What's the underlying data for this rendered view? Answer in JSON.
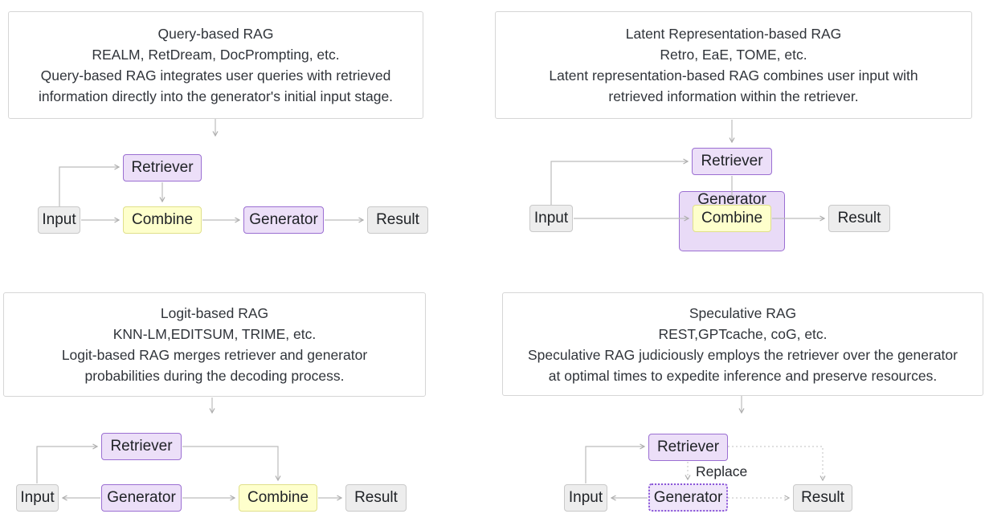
{
  "colors": {
    "background": "#ffffff",
    "node_gray_fill": "#ededed",
    "node_gray_border": "#c9c9c9",
    "node_purple_fill": "#ecdff8",
    "node_purple_border": "#9b6fd2",
    "node_yellow_fill": "#feffcc",
    "node_yellow_border": "#e0e08a",
    "dashed_node_border": "#8a56d8",
    "arrow_gray": "#bcbcbc",
    "text": "#30343a"
  },
  "panels": [
    {
      "id": "query-based-rag",
      "title": "Query-based RAG",
      "models": "REALM, RetDream, DocPrompting, etc.",
      "description": [
        "Query-based RAG integrates user queries with retrieved",
        "information directly into the generator's initial input stage."
      ],
      "nodes": {
        "input": "Input",
        "retriever": "Retriever",
        "combine": "Combine",
        "generator": "Generator",
        "result": "Result"
      }
    },
    {
      "id": "latent-representation-based-rag",
      "title": "Latent Representation-based RAG",
      "models": "Retro, EaE, TOME, etc.",
      "description": [
        "Latent representation-based RAG combines user input with",
        "retrieved information within the retriever."
      ],
      "nodes": {
        "input": "Input",
        "retriever": "Retriever",
        "combine": "Combine",
        "generator": "Generator",
        "result": "Result"
      }
    },
    {
      "id": "logit-based-rag",
      "title": "Logit-based RAG",
      "models": "KNN-LM,EDITSUM, TRIME, etc.",
      "description": [
        "Logit-based RAG merges retriever and generator",
        "probabilities during the decoding process."
      ],
      "nodes": {
        "input": "Input",
        "retriever": "Retriever",
        "generator": "Generator",
        "combine": "Combine",
        "result": "Result"
      }
    },
    {
      "id": "speculative-rag",
      "title": "Speculative RAG",
      "models": "REST,GPTcache, coG, etc.",
      "description": [
        "Speculative RAG judiciously employs the retriever over the generator",
        "at optimal times to expedite inference and preserve resources."
      ],
      "nodes": {
        "input": "Input",
        "retriever": "Retriever",
        "generator": "Generator",
        "result": "Result"
      },
      "edge_label": "Replace"
    }
  ]
}
